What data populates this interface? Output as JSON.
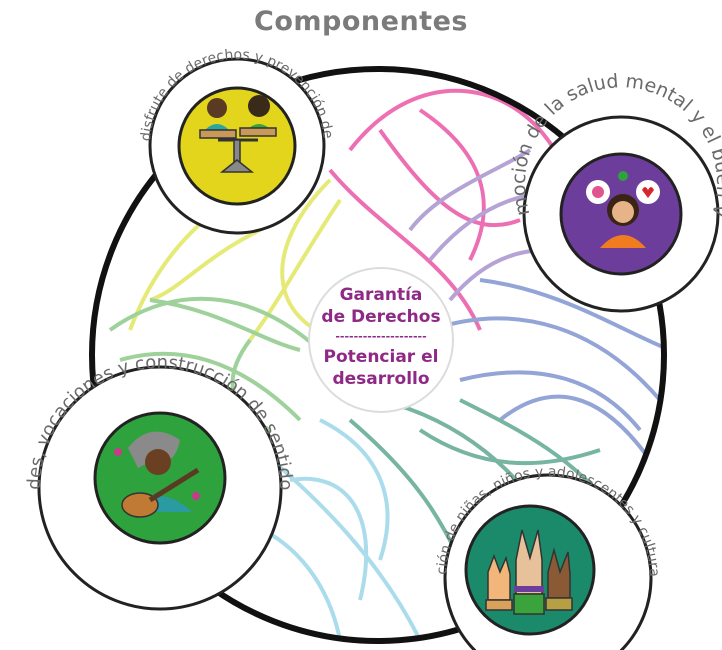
{
  "title": "Componentes",
  "center": {
    "line1": "Garantía",
    "line2": "de Derechos",
    "divider": "--------------------",
    "line3": "Potenciar el",
    "line4": "desarrollo"
  },
  "components": [
    {
      "label": "Promoción de disfrute de derechos y prevención de vulneraciones",
      "icon": "balance-scale-people-icon",
      "bg_color": "#e2d51b"
    },
    {
      "label": "Promoción de la salud mental y el buen vivir",
      "icon": "person-thought-bubbles-icon",
      "bg_color": "#6d3d9b"
    },
    {
      "label": "Fortalecimiento de habilidades, vocaciones y construcción de sentidos de vida y talentos para la",
      "icon": "guitar-player-icon",
      "bg_color": "#2ea23d"
    },
    {
      "label": "Participación de niñas, niños y adolescentes y culturas de paz",
      "icon": "raised-hands-peace-icon",
      "bg_color": "#1b8a6b"
    }
  ],
  "colors": {
    "title": "#7b7b7b",
    "center_text": "#8e2a86",
    "ring": "#111111",
    "curve_pink": "#e8409a",
    "curve_yellow": "#dde44a",
    "curve_green": "#7fc27a",
    "curve_blue": "#6f86c9",
    "curve_lightblue": "#8ed1e6",
    "curve_teal": "#4a9c84",
    "curve_purple": "#9d85c9"
  }
}
